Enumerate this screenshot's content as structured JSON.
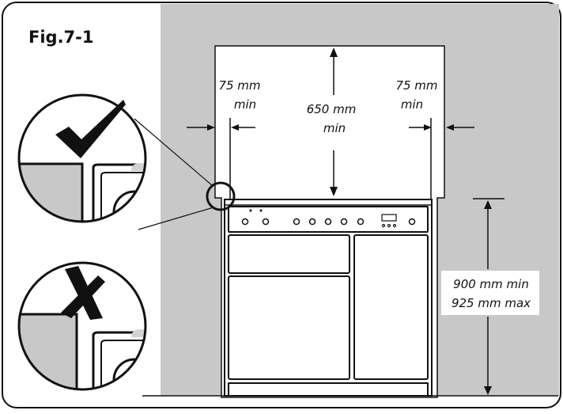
{
  "figure": {
    "title": "Fig.7-1",
    "labels": {
      "side_gap_left_value": "75 mm",
      "side_gap_left_qualifier": "min",
      "side_gap_right_value": "75 mm",
      "side_gap_right_qualifier": "min",
      "top_gap_value": "650 mm",
      "top_gap_qualifier": "min",
      "height_min": "900 mm min",
      "height_max": "925 mm max"
    },
    "colors": {
      "wall": "#c8c8c8",
      "line": "#111111",
      "background": "#ffffff",
      "knob_cap": "#d2d2d2"
    },
    "icons": {
      "correct": "check-mark-icon",
      "incorrect": "cross-mark-icon"
    }
  }
}
